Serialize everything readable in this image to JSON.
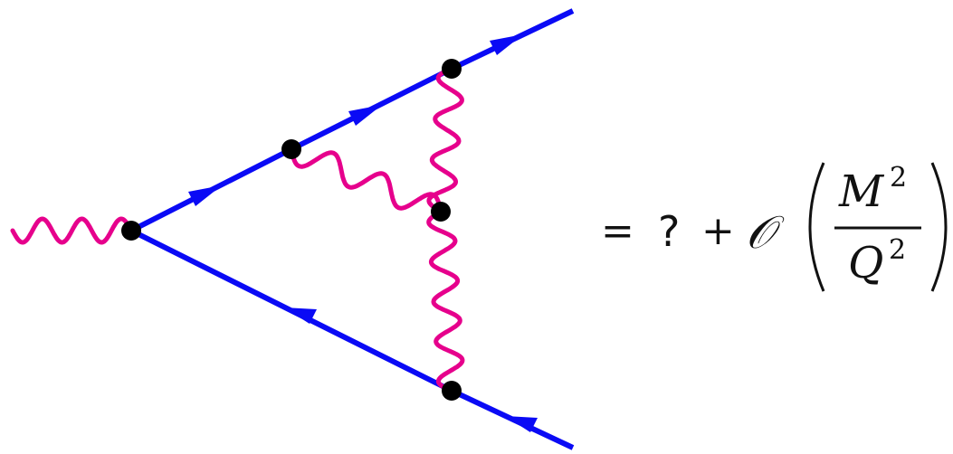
{
  "colors": {
    "fermion": "#0a0af5",
    "photon": "#e6008c",
    "vertex": "#000000",
    "text": "#111111"
  },
  "equation": {
    "equals": "=",
    "unknown": "?",
    "plus": "+",
    "order_symbol": "𝒪",
    "numerator_base": "M",
    "numerator_exponent": "2",
    "denominator_base": "Q",
    "denominator_exponent": "2"
  }
}
